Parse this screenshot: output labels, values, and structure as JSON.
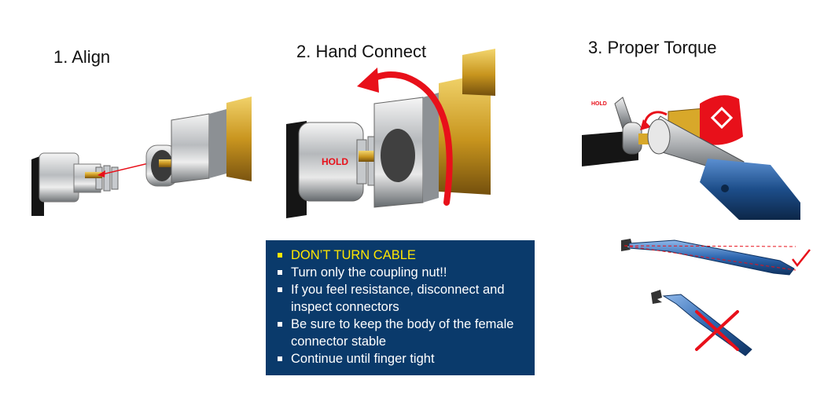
{
  "steps": {
    "align": {
      "title": "1. Align"
    },
    "hand_connect": {
      "title": "2. Hand Connect",
      "hold_label": "HOLD"
    },
    "proper_torque": {
      "title": "3. Proper Torque",
      "hold_label": "HOLD"
    }
  },
  "instructions": {
    "items": [
      {
        "text": "DON’T TURN CABLE",
        "warning": true
      },
      {
        "text": "Turn only the coupling nut!!"
      },
      {
        "text": "If you feel resistance, disconnect and inspect connectors"
      },
      {
        "text": "Be sure to keep the body of the female connector stable"
      },
      {
        "text": "Continue until finger tight"
      }
    ]
  },
  "colors": {
    "box_bg": "#0a3a6b",
    "warning_text": "#ffe600",
    "arrow_red": "#e8101a",
    "brass": "#d8a82a",
    "wrench_blue": "#1d4e8a"
  },
  "icons": {
    "correct": "check-mark-icon",
    "incorrect": "red-x-icon",
    "rotation": "curved-rotation-arrow-icon"
  }
}
